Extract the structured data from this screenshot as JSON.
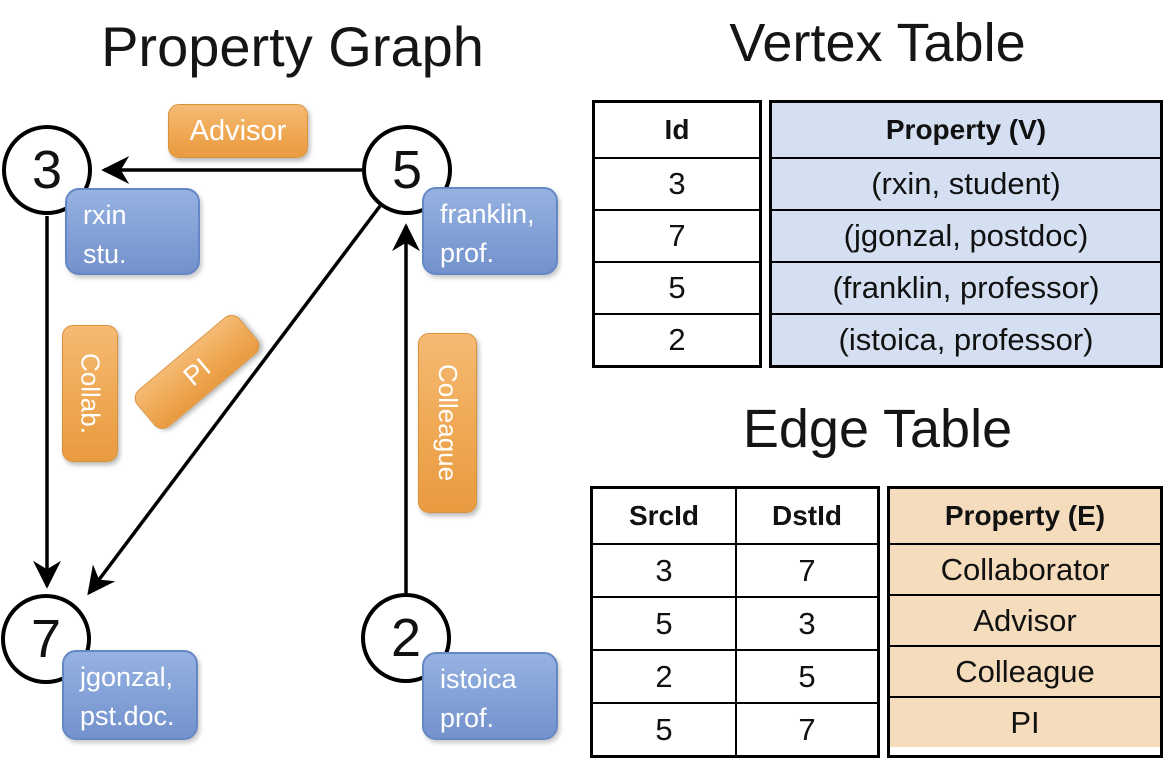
{
  "titles": {
    "graph": "Property Graph",
    "vertex_table": "Vertex Table",
    "edge_table": "Edge Table"
  },
  "graph": {
    "nodes": [
      {
        "id": "3",
        "property_lines": [
          "rxin",
          "stu."
        ]
      },
      {
        "id": "5",
        "property_lines": [
          "franklin,",
          "prof."
        ]
      },
      {
        "id": "7",
        "property_lines": [
          "jgonzal,",
          "pst.doc."
        ]
      },
      {
        "id": "2",
        "property_lines": [
          "istoica",
          "prof."
        ]
      }
    ],
    "edge_labels": [
      {
        "label": "Advisor"
      },
      {
        "label": "Collab."
      },
      {
        "label": "PI"
      },
      {
        "label": "Colleague"
      }
    ]
  },
  "vertex_table": {
    "columns": [
      "Id",
      "Property (V)"
    ],
    "rows": [
      [
        "3",
        "(rxin, student)"
      ],
      [
        "7",
        "(jgonzal, postdoc)"
      ],
      [
        "5",
        "(franklin, professor)"
      ],
      [
        "2",
        "(istoica, professor)"
      ]
    ]
  },
  "edge_table": {
    "columns": [
      "SrcId",
      "DstId",
      "Property (E)"
    ],
    "rows": [
      [
        "3",
        "7",
        "Collaborator"
      ],
      [
        "5",
        "3",
        "Advisor"
      ],
      [
        "2",
        "5",
        "Colleague"
      ],
      [
        "5",
        "7",
        "PI"
      ]
    ]
  },
  "colors": {
    "edge_label_fill": "#EFA853",
    "vertex_property_fill": "#84A2D7",
    "vertex_table_cell_fill": "#D4DFF2",
    "edge_table_cell_fill": "#F5DCBD",
    "border": "#000000"
  }
}
